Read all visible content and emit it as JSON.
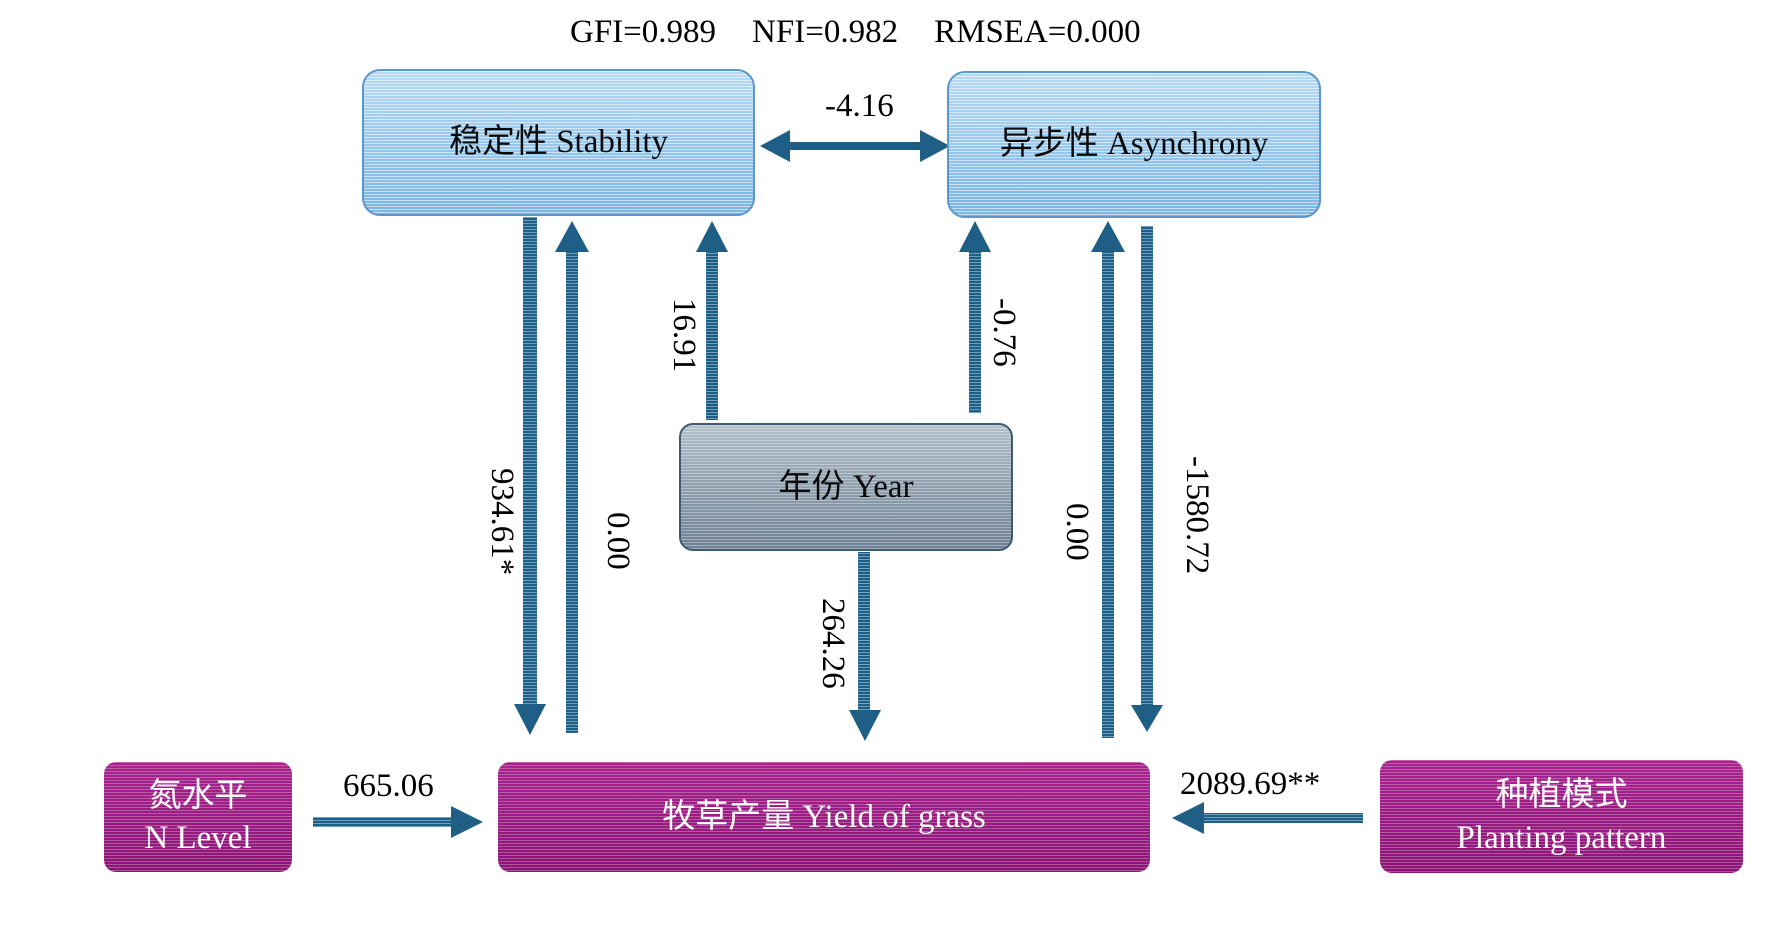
{
  "fit_indices": {
    "gfi": "GFI=0.989",
    "nfi": "NFI=0.982",
    "rmsea": "RMSEA=0.000"
  },
  "nodes": {
    "stability": "稳定性 Stability",
    "asynchrony": "异步性 Asynchrony",
    "year": "年份 Year",
    "yield": "牧草产量 Yield of grass",
    "n_level": {
      "cn": "氮水平",
      "en": "N Level"
    },
    "planting": {
      "cn": "种植模式",
      "en": "Planting pattern"
    }
  },
  "paths": {
    "stability_asynchrony": "-4.16",
    "year_stability": "16.91",
    "year_asynchrony": "-0.76",
    "stability_yield": "934.61*",
    "yield_stability": "0.00",
    "year_yield": "264.26",
    "yield_asynchrony": "0.00",
    "asynchrony_yield": "-1580.72",
    "nlevel_yield": "665.06",
    "planting_yield": "2089.69**"
  },
  "colors": {
    "arrow": "#1f5f86",
    "blue_box": "#95c6ec",
    "grey_box": "#8c9cab",
    "magenta_box": "#96197f"
  }
}
